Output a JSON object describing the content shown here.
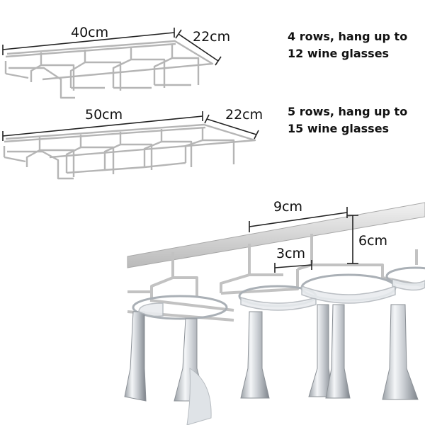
{
  "rack_small": {
    "length": "40cm",
    "width": "22cm",
    "caption_line1": "4 rows, hang up to",
    "caption_line2": "12 wine glasses"
  },
  "rack_large": {
    "length": "50cm",
    "width": "22cm",
    "caption_line1": "5 rows, hang up to",
    "caption_line2": "15 wine glasses"
  },
  "detail": {
    "spacing": "9cm",
    "height": "6cm",
    "gap": "3cm"
  }
}
